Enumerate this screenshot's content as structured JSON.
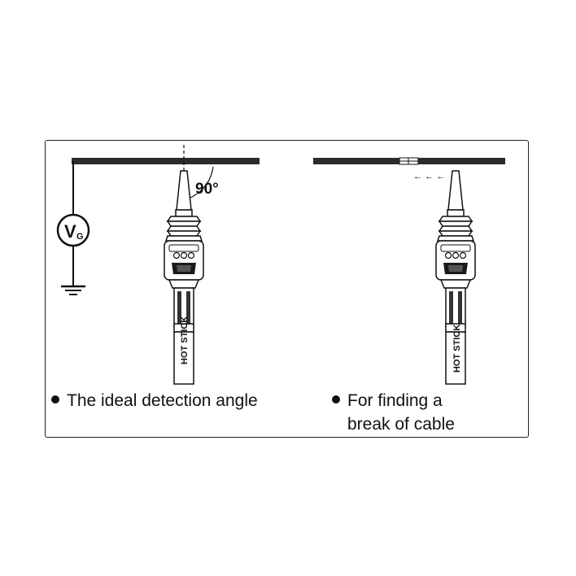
{
  "left_panel": {
    "angle_label": "90°",
    "voltage_symbol": "V",
    "voltage_subscript": "G",
    "stick_label": "HOT STICK",
    "caption": "The ideal detection angle"
  },
  "right_panel": {
    "arrows": "← ← ←",
    "stick_label": "HOT STICK",
    "caption_line1": "For finding a",
    "caption_line2": "break of cable"
  },
  "colors": {
    "ink": "#111111",
    "cable": "#2b2b2b",
    "background": "#ffffff"
  }
}
